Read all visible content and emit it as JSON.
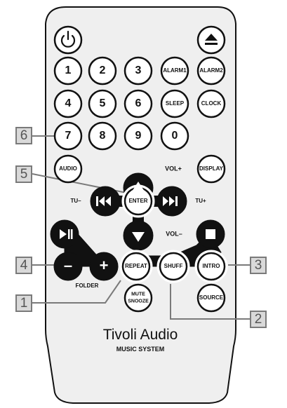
{
  "buttons": {
    "power": "",
    "eject": "",
    "num1": "1",
    "num2": "2",
    "num3": "3",
    "alarm1": "ALARM1",
    "alarm2": "ALARM2",
    "num4": "4",
    "num5": "5",
    "num6": "6",
    "sleep": "SLEEP",
    "clock": "CLOCK",
    "num7": "7",
    "num8": "8",
    "num9": "9",
    "num0": "0",
    "audio": "AUDIO",
    "display": "DISPLAY",
    "enter": "ENTER",
    "vol_plus_label": "VOL+",
    "vol_minus_label": "VOL–",
    "tu_minus_label": "TU–",
    "tu_plus_label": "TU+",
    "minus": "–",
    "plus": "+",
    "folder_label": "FOLDER",
    "repeat": "REPEAT",
    "shuff": "SHUFF",
    "intro": "INTRO",
    "mute_line1": "MUTE",
    "mute_line2": "SNOOZE",
    "source": "SOURCE"
  },
  "brand": {
    "name": "Tivoli Audio",
    "subtitle": "MUSIC SYSTEM"
  },
  "callouts": {
    "c1": "1",
    "c2": "2",
    "c3": "3",
    "c4": "4",
    "c5": "5",
    "c6": "6"
  },
  "icons": [
    "power-icon",
    "eject-icon",
    "up-arrow-icon",
    "down-arrow-icon",
    "skip-back-icon",
    "skip-forward-icon",
    "play-pause-icon",
    "stop-icon"
  ],
  "colors": {
    "body_fill": "#efefef",
    "button_outline": "#111111",
    "dpad_fill": "#111111",
    "callout_fill": "#d9d9d9",
    "callout_border": "#7a7a7a"
  }
}
